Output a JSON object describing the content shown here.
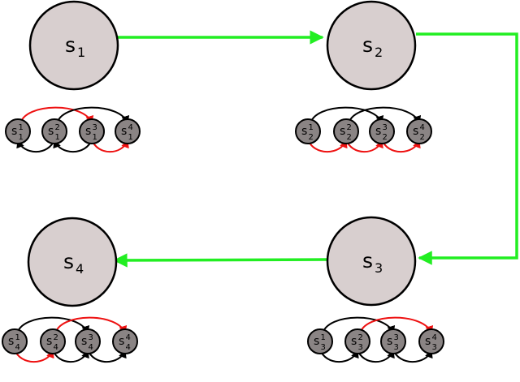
{
  "colors": {
    "big_node_fill": "#d8cfcf",
    "small_node_fill": "#8a8484",
    "stroke": "#000000",
    "main_edge": "#22ee22",
    "red_edge": "#ee1111",
    "black_edge": "#000000"
  },
  "main_states": [
    {
      "label": "s",
      "index": "1"
    },
    {
      "label": "s",
      "index": "2"
    },
    {
      "label": "s",
      "index": "3"
    },
    {
      "label": "s",
      "index": "4"
    }
  ],
  "main_edges": [
    {
      "from": "s1",
      "to": "s2"
    },
    {
      "from": "s2",
      "to": "s3"
    },
    {
      "from": "s3",
      "to": "s4"
    }
  ],
  "substate_groups": [
    {
      "state": "s1",
      "nodes": [
        {
          "label": "s",
          "sup": "1",
          "sub": "1"
        },
        {
          "label": "s",
          "sup": "2",
          "sub": "1"
        },
        {
          "label": "s",
          "sup": "3",
          "sub": "1"
        },
        {
          "label": "s",
          "sup": "4",
          "sub": "1"
        }
      ],
      "edges": [
        {
          "from": 1,
          "to": 3,
          "side": "top",
          "color": "red"
        },
        {
          "from": 2,
          "to": 4,
          "side": "top",
          "color": "black"
        },
        {
          "from": 2,
          "to": 1,
          "side": "bottom",
          "color": "black"
        },
        {
          "from": 3,
          "to": 2,
          "side": "bottom",
          "color": "black"
        },
        {
          "from": 3,
          "to": 4,
          "side": "bottom",
          "color": "red"
        }
      ]
    },
    {
      "state": "s2",
      "nodes": [
        {
          "label": "s",
          "sup": "1",
          "sub": "2"
        },
        {
          "label": "s",
          "sup": "2",
          "sub": "2"
        },
        {
          "label": "s",
          "sup": "3",
          "sub": "2"
        },
        {
          "label": "s",
          "sup": "4",
          "sub": "2"
        }
      ],
      "edges": [
        {
          "from": 1,
          "to": 3,
          "side": "top",
          "color": "black"
        },
        {
          "from": 2,
          "to": 4,
          "side": "top",
          "color": "black"
        },
        {
          "from": 1,
          "to": 2,
          "side": "bottom",
          "color": "red"
        },
        {
          "from": 2,
          "to": 3,
          "side": "bottom",
          "color": "red"
        },
        {
          "from": 3,
          "to": 4,
          "side": "bottom",
          "color": "red"
        }
      ]
    },
    {
      "state": "s3",
      "nodes": [
        {
          "label": "s",
          "sup": "1",
          "sub": "3"
        },
        {
          "label": "s",
          "sup": "2",
          "sub": "3"
        },
        {
          "label": "s",
          "sup": "3",
          "sub": "3"
        },
        {
          "label": "s",
          "sup": "4",
          "sub": "3"
        }
      ],
      "edges": [
        {
          "from": 1,
          "to": 3,
          "side": "top",
          "color": "black"
        },
        {
          "from": 2,
          "to": 4,
          "side": "top",
          "color": "red"
        },
        {
          "from": 1,
          "to": 2,
          "side": "bottom",
          "color": "black"
        },
        {
          "from": 2,
          "to": 3,
          "side": "bottom",
          "color": "black"
        },
        {
          "from": 3,
          "to": 4,
          "side": "bottom",
          "color": "black"
        }
      ]
    },
    {
      "state": "s4",
      "nodes": [
        {
          "label": "s",
          "sup": "1",
          "sub": "4"
        },
        {
          "label": "s",
          "sup": "2",
          "sub": "4"
        },
        {
          "label": "s",
          "sup": "3",
          "sub": "4"
        },
        {
          "label": "s",
          "sup": "4",
          "sub": "4"
        }
      ],
      "edges": [
        {
          "from": 1,
          "to": 3,
          "side": "top",
          "color": "black"
        },
        {
          "from": 2,
          "to": 4,
          "side": "top",
          "color": "red"
        },
        {
          "from": 1,
          "to": 2,
          "side": "bottom",
          "color": "red"
        },
        {
          "from": 2,
          "to": 3,
          "side": "bottom",
          "color": "black"
        },
        {
          "from": 3,
          "to": 4,
          "side": "bottom",
          "color": "black"
        }
      ]
    }
  ]
}
